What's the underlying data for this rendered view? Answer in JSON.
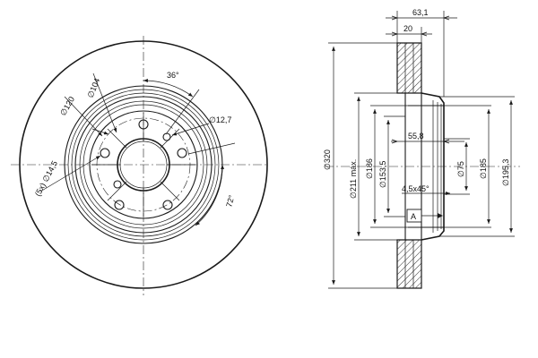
{
  "front_view": {
    "labels": {
      "angle_top": "36°",
      "angle_right": "72°",
      "dia_104": "∅104",
      "dia_120": "∅120",
      "dia_12_7": "∅12,7",
      "dia_14_5": "(5x) ∅14,5"
    }
  },
  "side_view": {
    "labels": {
      "width_total": "63,1",
      "width_20": "20",
      "dia_320": "∅320",
      "dia_211": "∅211 máx.",
      "dia_186": "∅186",
      "dia_153_5": "∅153,5",
      "depth_55_8": "55,8",
      "dia_75": "∅75",
      "dia_185": "∅185",
      "dia_195_3": "∅195,3",
      "chamfer": "4,5x45°",
      "datum": "A"
    }
  },
  "colors": {
    "line": "#1a1a1a",
    "background": "#ffffff"
  }
}
